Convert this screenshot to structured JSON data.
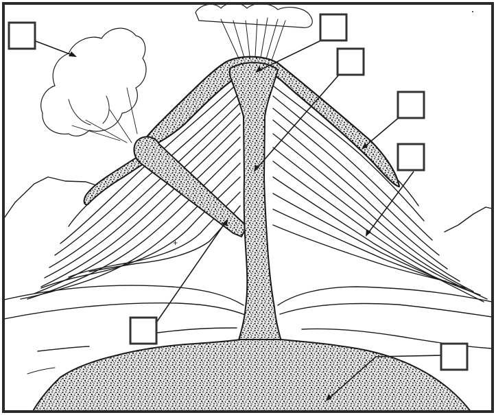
{
  "diagram": {
    "title": "",
    "ink_color": "#1a1a1a",
    "background_color": "#ffffff",
    "label_boxes": [
      {
        "id": "ash-cloud",
        "text": ""
      },
      {
        "id": "summit-crater",
        "text": ""
      },
      {
        "id": "main-vent",
        "text": ""
      },
      {
        "id": "lava-flow",
        "text": ""
      },
      {
        "id": "rock-layers",
        "text": ""
      },
      {
        "id": "side-vent",
        "text": ""
      },
      {
        "id": "magma-chamber",
        "text": ""
      }
    ]
  }
}
